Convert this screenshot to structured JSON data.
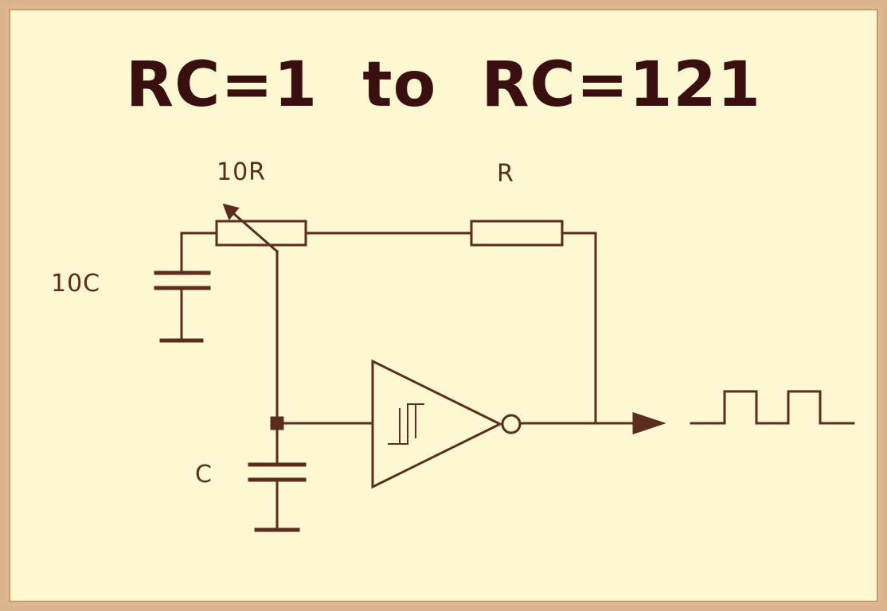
{
  "title": "RC=1  to  RC=121",
  "labels": {
    "pot": "10R",
    "resistor": "R",
    "cap_top": "10C",
    "cap_bottom": "C"
  },
  "colors": {
    "border": "#d9b38c",
    "background": "#fdf8d2",
    "title": "#3a0f0f",
    "wire": "#5a2e1f"
  }
}
